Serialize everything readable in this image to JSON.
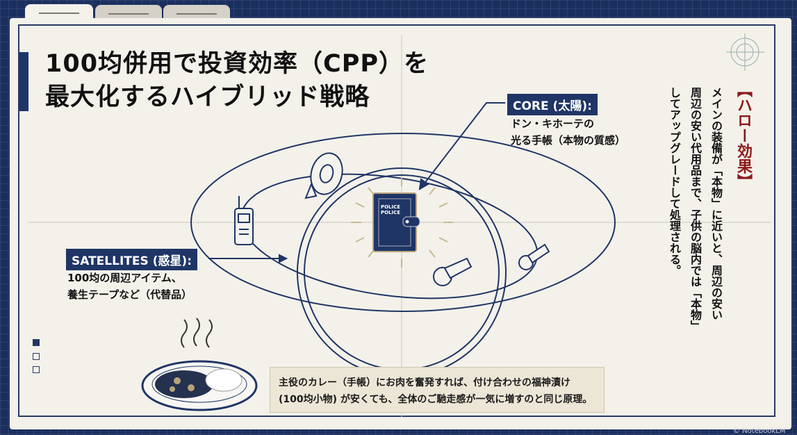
{
  "title": {
    "line1": "100均併用で投資効率（CPP）を",
    "line2": "最大化するハイブリッド戦略"
  },
  "core": {
    "label": "CORE (太陽):",
    "line1": "ドン・キホーテの",
    "line2": "光る手帳（本物の質感）"
  },
  "satellites": {
    "label": "SATELLITES (惑星):",
    "line1": "100均の周辺アイテム、",
    "line2": "養生テープなど（代替品）"
  },
  "halo": {
    "heading": "【ハロー効果】",
    "col1": "メインの装備が「本物」に近いと、周辺の安い",
    "col2": "周辺の安い代用品まで、子供の脳内では「本物」",
    "col3": "してアップグレードして処理される。"
  },
  "caption": {
    "line1": "主役のカレー（手帳）にお肉を奮発すれば、付け合わせの福神漬け",
    "line2": "(100均小物) が安くても、全体のご馳走感が一気に増すのと同じ原理。"
  },
  "notebook": {
    "text": "POLICE POLICE"
  },
  "watermark": "© NotebookLM",
  "colors": {
    "navy": "#1f3566",
    "accent": "#8b1a1a",
    "paper": "#f3f1ea"
  }
}
